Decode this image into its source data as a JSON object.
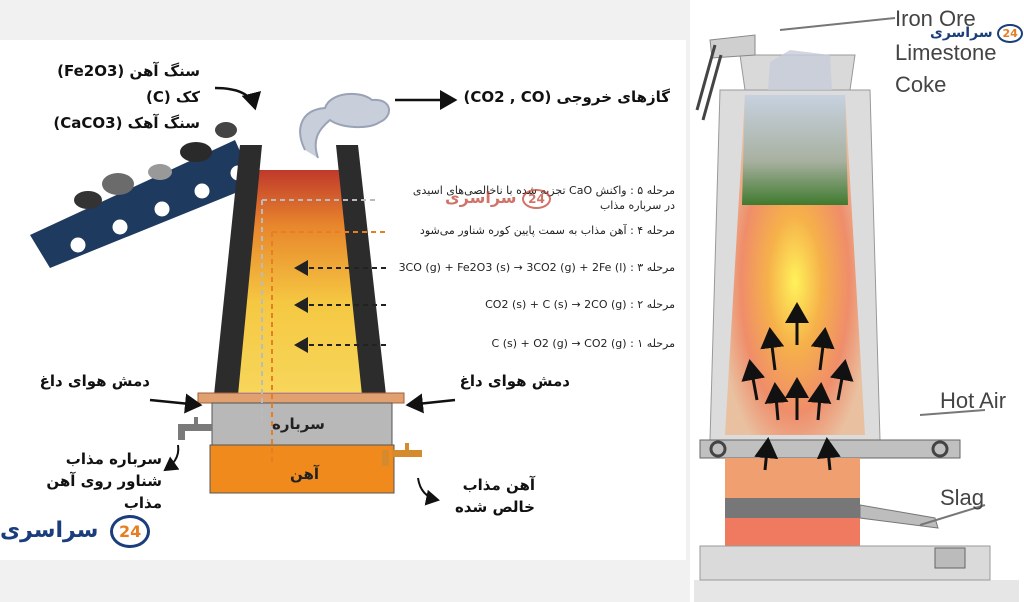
{
  "inputs": {
    "iron_ore": "سنگ آهن (Fe2O3)",
    "coke": "کک (C)",
    "limestone": "سنگ آهک (CaCO3)"
  },
  "exhaust_gases": "گازهای خروجی (CO2 , CO)",
  "hot_air_blast_left": "دمش هوای داغ",
  "hot_air_blast_right": "دمش هوای داغ",
  "slag_layer": "سرباره",
  "iron_layer": "آهن",
  "slag_tap": "سرباره مذاب شناور روی آهن مذاب",
  "iron_tap": "آهن مذاب خالص شده",
  "steps": [
    {
      "stage": "مرحله ۵ :",
      "text": "واکنش CaO تجزیه شده با ناخالصی‌های اسیدی در سرباره مذاب"
    },
    {
      "stage": "مرحله ۴ :",
      "text": "آهن مذاب به سمت پایین کوره شناور می‌شود"
    },
    {
      "stage": "مرحله ۳ :",
      "text": "3CO (g) + Fe2O3 (s) → 3CO2 (g) + 2Fe (l)"
    },
    {
      "stage": "مرحله ۲ :",
      "text": "CO2 (s) + C (s) → 2CO (g)"
    },
    {
      "stage": "مرحله ۱ :",
      "text": "C (s) + O2 (g) → CO2 (g)"
    }
  ],
  "right_diagram": {
    "iron_ore": "Iron Ore",
    "limestone": "Limestone",
    "coke": "Coke",
    "hot_air": "Hot Air",
    "slag": "Slag"
  },
  "watermark": {
    "brand": "سراسری",
    "number": "24"
  },
  "colors": {
    "furnace_hot": "#f5c842",
    "furnace_top": "#c0392b",
    "iron": "#f08a1c",
    "slag": "#b8b8b8"
  }
}
